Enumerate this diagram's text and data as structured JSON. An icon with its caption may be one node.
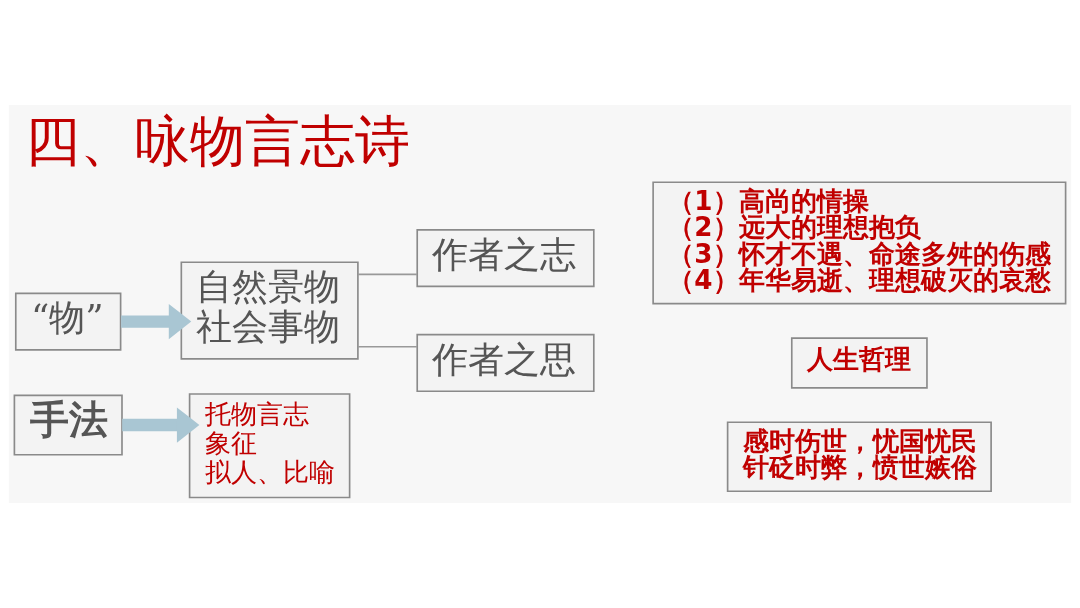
{
  "diagram": {
    "title": "四、咏物言志诗",
    "nodes": [
      {
        "text": [
          "“物”"
        ]
      },
      {
        "text": [
          "自然景物",
          "社会事物"
        ]
      },
      {
        "text": [
          "作者之志"
        ]
      },
      {
        "text": [
          "（1）高尚的情操",
          "（2）远大的理想抱负",
          "（3）怀才不遇、命途多舛的伤感",
          "（4）年华易逝、理想破灭的哀愁"
        ]
      },
      {
        "text": [
          "作者之思"
        ]
      },
      {
        "text": [
          "人生哲理"
        ]
      },
      {
        "text": [
          "感时伤世，忧国忧民",
          "针砭时弊，愤世嫉俗"
        ]
      },
      {
        "text": [
          "手法"
        ]
      },
      {
        "text": [
          "托物言志",
          "象征",
          "拟人、比喻"
        ]
      }
    ],
    "edges": [
      {
        "from": 0,
        "to": 1,
        "arrow": "to",
        "style": "thick",
        "color": "#a9c6d3"
      },
      {
        "from": 1,
        "to": 2,
        "arrow": "none"
      },
      {
        "from": 1,
        "to": 4,
        "arrow": "none"
      },
      {
        "from": 7,
        "to": 8,
        "arrow": "to",
        "style": "thick",
        "color": "#a9c6d3"
      }
    ]
  }
}
